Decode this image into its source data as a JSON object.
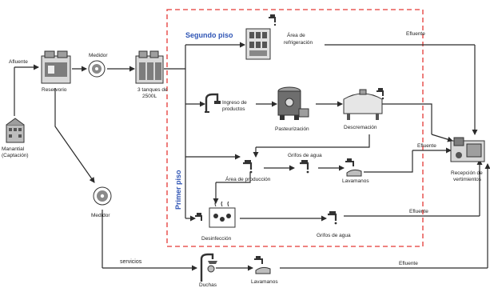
{
  "labels": {
    "afluente": "Afluente",
    "manantial_line1": "Manantial",
    "manantial_line2": "(Captación)",
    "reservorio": "Reservorio",
    "medidor_top": "Medidor",
    "tanques_line1": "3 tanques de",
    "tanques_line2": "2500L",
    "medidor_bottom": "Medidor",
    "servicios": "servicios",
    "duchas": "Duchas",
    "lavamanos_bottom": "Lavamanos",
    "area_refrig_line1": "Área de",
    "area_refrig_line2": "refrigeración",
    "ingreso_line1": "Ingreso de",
    "ingreso_line2": "productos",
    "pasteurizacion": "Pasteurización",
    "descremacion": "Descremación",
    "grifos_agua_top": "Grifos de agua",
    "area_produccion": "Área de producción",
    "lavamanos_mid": "Lavamanos",
    "desinfeccion": "Desinfección",
    "grifos_agua_bottom": "Grifos de agua",
    "recepcion_line1": "Recepción de",
    "recepcion_line2": "vertimientos",
    "efluente_1": "Efluente",
    "efluente_2": "Efluente",
    "efluente_3": "Efluente",
    "efluente_4": "Efluente"
  },
  "floors": {
    "segundo": "Segundo piso",
    "primer": "Primer piso"
  },
  "colors": {
    "dashed_box": "#e53935",
    "floor_text": "#2f55b5",
    "line": "#2b2b2b",
    "tank_fill": "#9e9e9e"
  },
  "icons": [
    "building-icon",
    "reservoir-tank-icon",
    "water-meter-icon",
    "water-tanks-icon",
    "faucet-icon",
    "refrigerator-icon",
    "pasteurizer-icon",
    "cream-separator-icon",
    "handwash-icon",
    "disinfection-tank-icon",
    "shower-icon",
    "treatment-plant-icon"
  ]
}
